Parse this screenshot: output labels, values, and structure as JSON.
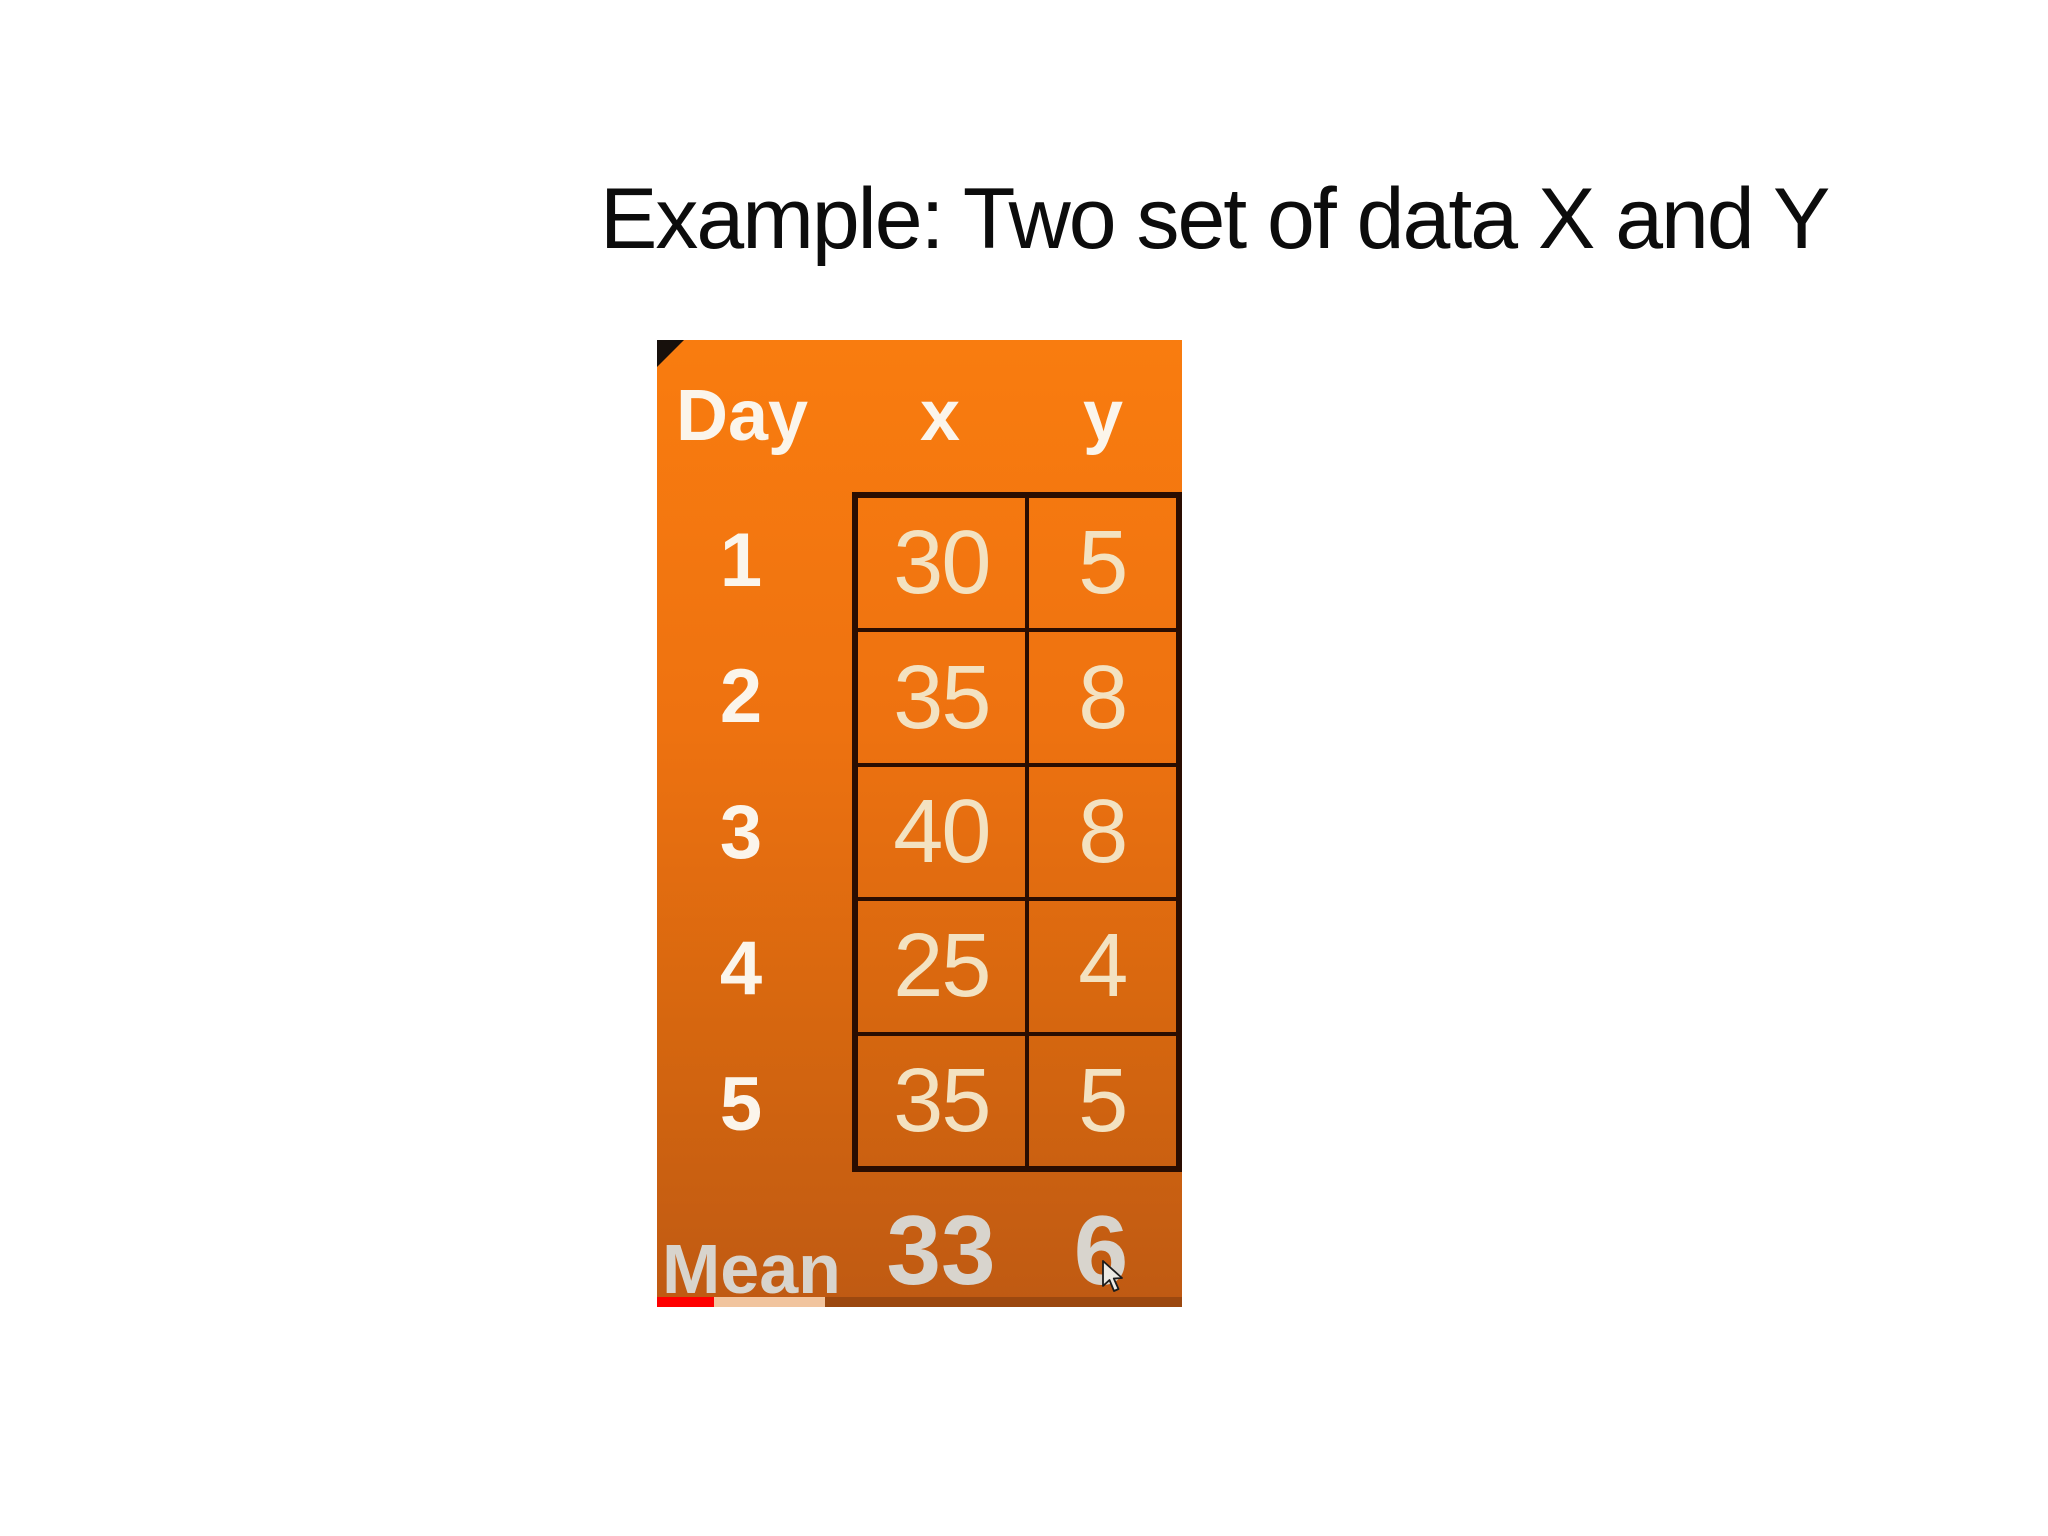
{
  "title": "Example: Two set of data X and Y",
  "table": {
    "headers": {
      "day": "Day",
      "x": "x",
      "y": "y"
    },
    "rows": [
      {
        "day": "1",
        "x": "30",
        "y": "5"
      },
      {
        "day": "2",
        "x": "35",
        "y": "8"
      },
      {
        "day": "3",
        "x": "40",
        "y": "8"
      },
      {
        "day": "4",
        "x": "25",
        "y": "4"
      },
      {
        "day": "5",
        "x": "35",
        "y": "5"
      }
    ],
    "mean": {
      "label": "Mean",
      "x": "33",
      "y": "6"
    }
  },
  "chart_data": {
    "type": "table",
    "title": "Example: Two set of data X and Y",
    "columns": [
      "Day",
      "x",
      "y"
    ],
    "rows": [
      [
        1,
        30,
        5
      ],
      [
        2,
        35,
        8
      ],
      [
        3,
        40,
        8
      ],
      [
        4,
        25,
        4
      ],
      [
        5,
        35,
        5
      ]
    ],
    "mean": {
      "x": 33,
      "y": 6
    }
  },
  "colors": {
    "panel_top": "#f97c0f",
    "panel_bottom": "#bf5a13",
    "grid_border": "#2a0d01",
    "header_text": "#fbf5eb",
    "cell_text": "#f3e2c1",
    "mean_text": "#d8d4cd",
    "title_text": "#0c0c0c",
    "progress_played": "#fe0000",
    "progress_buffered": "#f1c49e"
  }
}
